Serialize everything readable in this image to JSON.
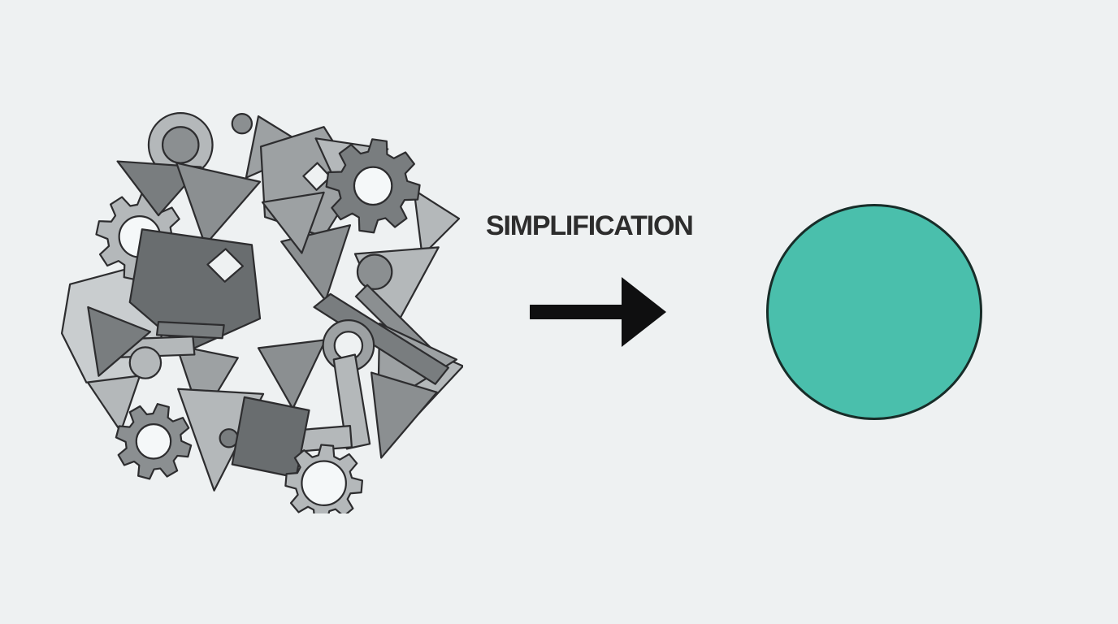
{
  "illustration": {
    "label": "SIMPLIFICATION",
    "left_figure": "cluster of overlapping gray gears, triangles, rings, circles and squares",
    "right_figure": "single teal circle",
    "arrow_direction": "right"
  },
  "colors": {
    "background": "#eef1f2",
    "label_text": "#2d2d2d",
    "arrow": "#0f0f10",
    "teal_circle_fill": "#4abfac",
    "teal_circle_stroke": "#182d29",
    "shape_outline": "#2d2d2f",
    "shape_hole": "#f5f8f9",
    "shape_grays": [
      "#c9cdcf",
      "#b4b8ba",
      "#9da1a3",
      "#8b8f91",
      "#797d7f",
      "#696d6f"
    ]
  }
}
